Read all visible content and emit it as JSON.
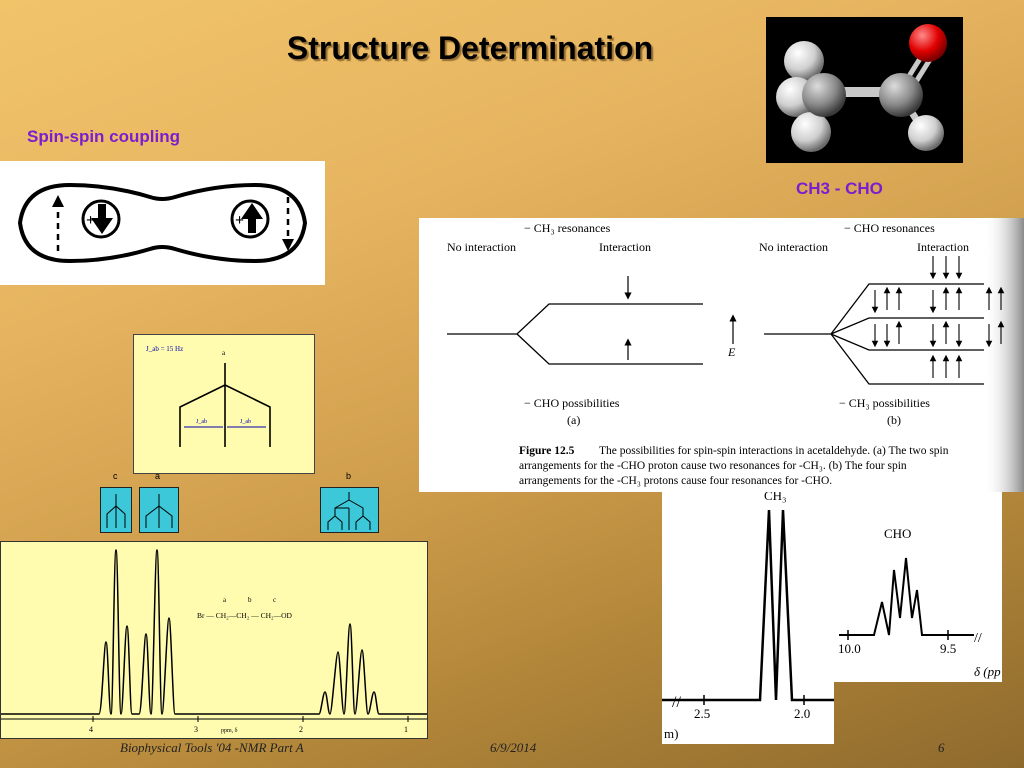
{
  "slide": {
    "title": "Structure Determination",
    "spin_label": "Spin-spin coupling",
    "molecule_label": "CH3 - CHO"
  },
  "figure_12_5": {
    "left_top_label": "− CH₃ resonances",
    "no_interaction": "No interaction",
    "interaction": "Interaction",
    "right_top_label": "− CHO resonances",
    "energy_label": "E",
    "left_bottom_label": "− CHO possibilities",
    "left_sub": "(a)",
    "right_bottom_label": "− CH₃ possibilities",
    "right_sub": "(b)",
    "caption_bold": "Figure 12.5",
    "caption_line1": "The possibilities for spin-spin interactions in acetaldehyde. (a) The two spin",
    "caption_line2": "arrangements for the -CHO proton cause two resonances for -CH₃. (b) The four spin",
    "caption_line3": "arrangements for the -CH₃ protons cause four resonances for -CHO."
  },
  "acetaldehyde_spectrum": {
    "ch3_label": "CH₃",
    "cho_label": "CHO",
    "tick_a1": "2.5",
    "tick_a2": "2.0",
    "tick_b1": "10.0",
    "tick_b2": "9.5",
    "delta_label": "δ (pp",
    "unit_fragment": "m)"
  },
  "splitting_tree": {
    "jab_label": "J_ab = 15 Hz",
    "top_label": "a",
    "j_left": "J_ab",
    "j_right": "J_ab"
  },
  "multiplet_icons": {
    "c": "c",
    "a": "a",
    "b": "b"
  },
  "nmr_spectrum": {
    "structure_labels": [
      "a",
      "b",
      "c"
    ],
    "formula": "Br — CH₂—CH₂ — CH₂—OD",
    "ticks": [
      "4",
      "3",
      "2",
      "1"
    ],
    "axis_label": "ppm, δ"
  },
  "footer": {
    "left": "Biophysical Tools '04 -NMR Part A",
    "date": "6/9/2014",
    "page": "6"
  }
}
